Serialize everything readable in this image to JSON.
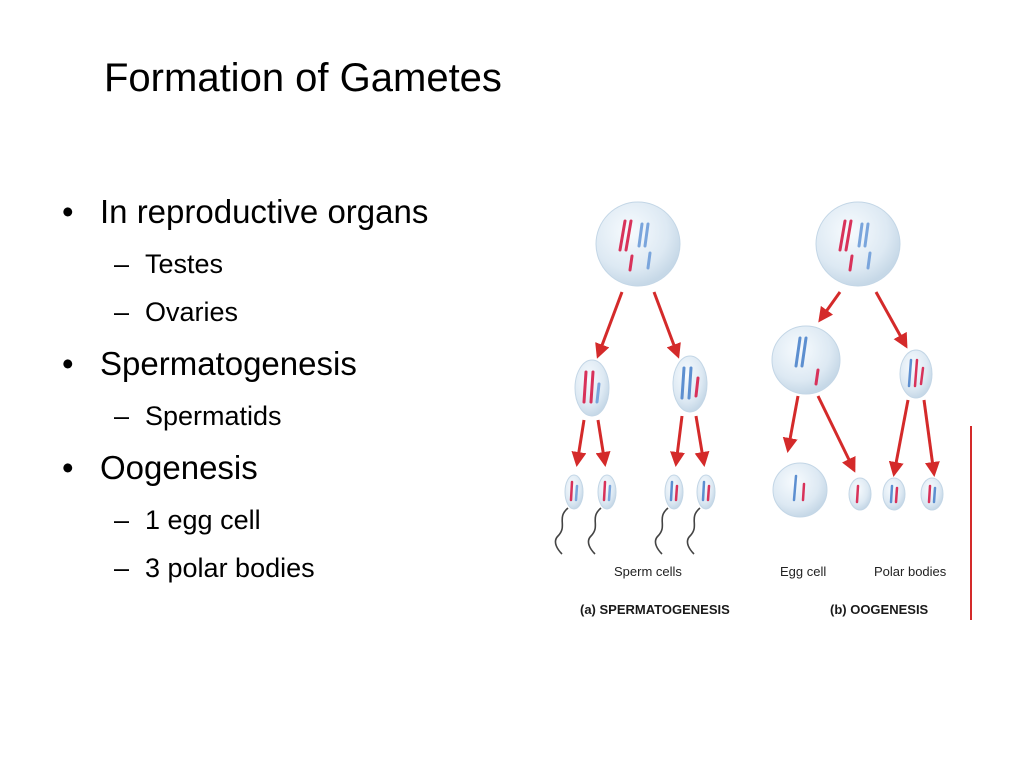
{
  "slide": {
    "title": "Formation of Gametes"
  },
  "bullets": [
    {
      "text": "In reproductive organs",
      "subs": [
        "Testes",
        "Ovaries"
      ]
    },
    {
      "text": "Spermatogenesis",
      "subs": [
        "Spermatids"
      ]
    },
    {
      "text": "Oogenesis",
      "subs": [
        "1 egg cell",
        "3 polar bodies"
      ]
    }
  ],
  "figure": {
    "sperm_label": "Sperm cells",
    "spermatogenesis_caption": "(a) SPERMATOGENESIS",
    "egg_label": "Egg cell",
    "polar_label": "Polar bodies",
    "oogenesis_caption": "(b) OOGENESIS"
  },
  "colors": {
    "arrow": "#d42a2a",
    "chrom_red": "#d8325a",
    "chrom_blue": "#5d8fd0",
    "cell_fill": "#dde9f3",
    "cell_stroke": "#b9cddd"
  }
}
